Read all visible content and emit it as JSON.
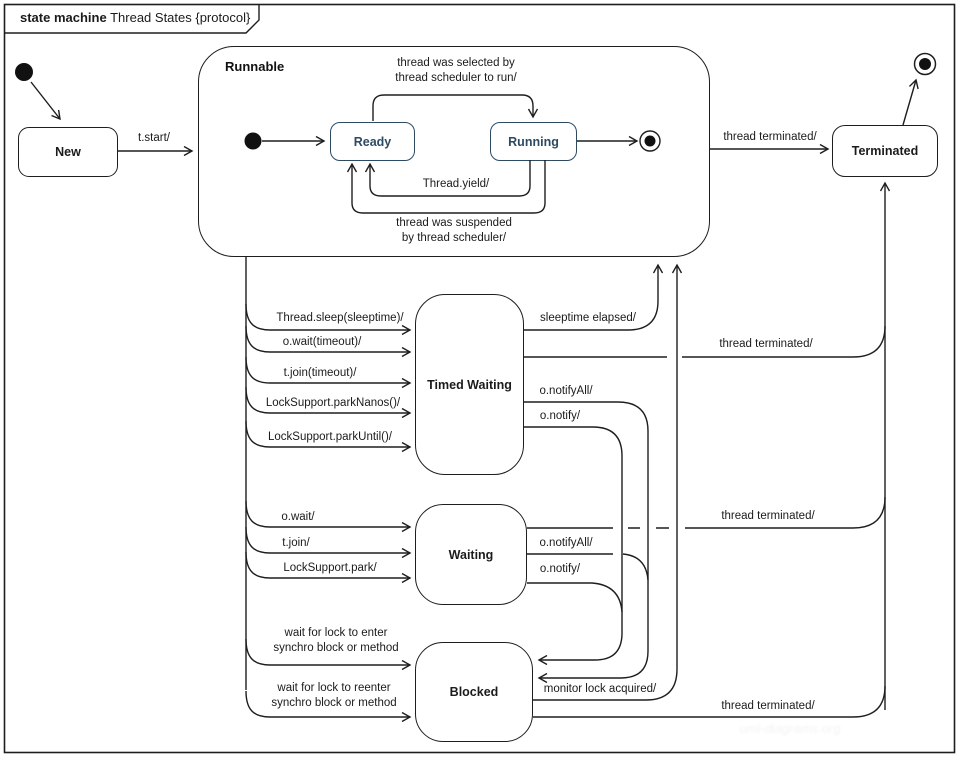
{
  "frame": {
    "title_keyword": "state machine",
    "title_name": "Thread States {protocol}"
  },
  "states": {
    "new": "New",
    "runnable": "Runnable",
    "ready": "Ready",
    "running": "Running",
    "terminated": "Terminated",
    "timed_waiting": "Timed Waiting",
    "waiting": "Waiting",
    "blocked": "Blocked"
  },
  "transitions": {
    "t_start": "t.start/",
    "selected_line1": "thread was selected by",
    "selected_line2": "thread scheduler to run/",
    "yield": "Thread.yield/",
    "suspended_line1": "thread was suspended",
    "suspended_line2": "by thread scheduler/",
    "runnable_terminated": "thread terminated/",
    "sleep": "Thread.sleep(sleeptime)/",
    "wait_timeout": "o.wait(timeout)/",
    "join_timeout": "t.join(timeout)/",
    "park_nanos": "LockSupport.parkNanos()/",
    "park_until": "LockSupport.parkUntil()/",
    "sleeptime_elapsed": "sleeptime elapsed/",
    "tw_terminated": "thread terminated/",
    "tw_notify_all": "o.notifyAll/",
    "tw_notify": "o.notify/",
    "o_wait": "o.wait/",
    "t_join": "t.join/",
    "lock_park": "LockSupport.park/",
    "w_terminated": "thread terminated/",
    "w_notify_all": "o.notifyAll/",
    "w_notify": "o.notify/",
    "enter_line1": "wait for lock to enter",
    "enter_line2": "synchro block or method",
    "reenter_line1": "wait for lock to reenter",
    "reenter_line2": "synchro block or method",
    "monitor": "monitor lock acquired/",
    "b_terminated": "thread terminated/"
  },
  "colors": {
    "stroke": "#1e1e1e",
    "substate_text": "#2d4a63",
    "background": "#ffffff"
  },
  "watermark": "uml-diagrams.org"
}
